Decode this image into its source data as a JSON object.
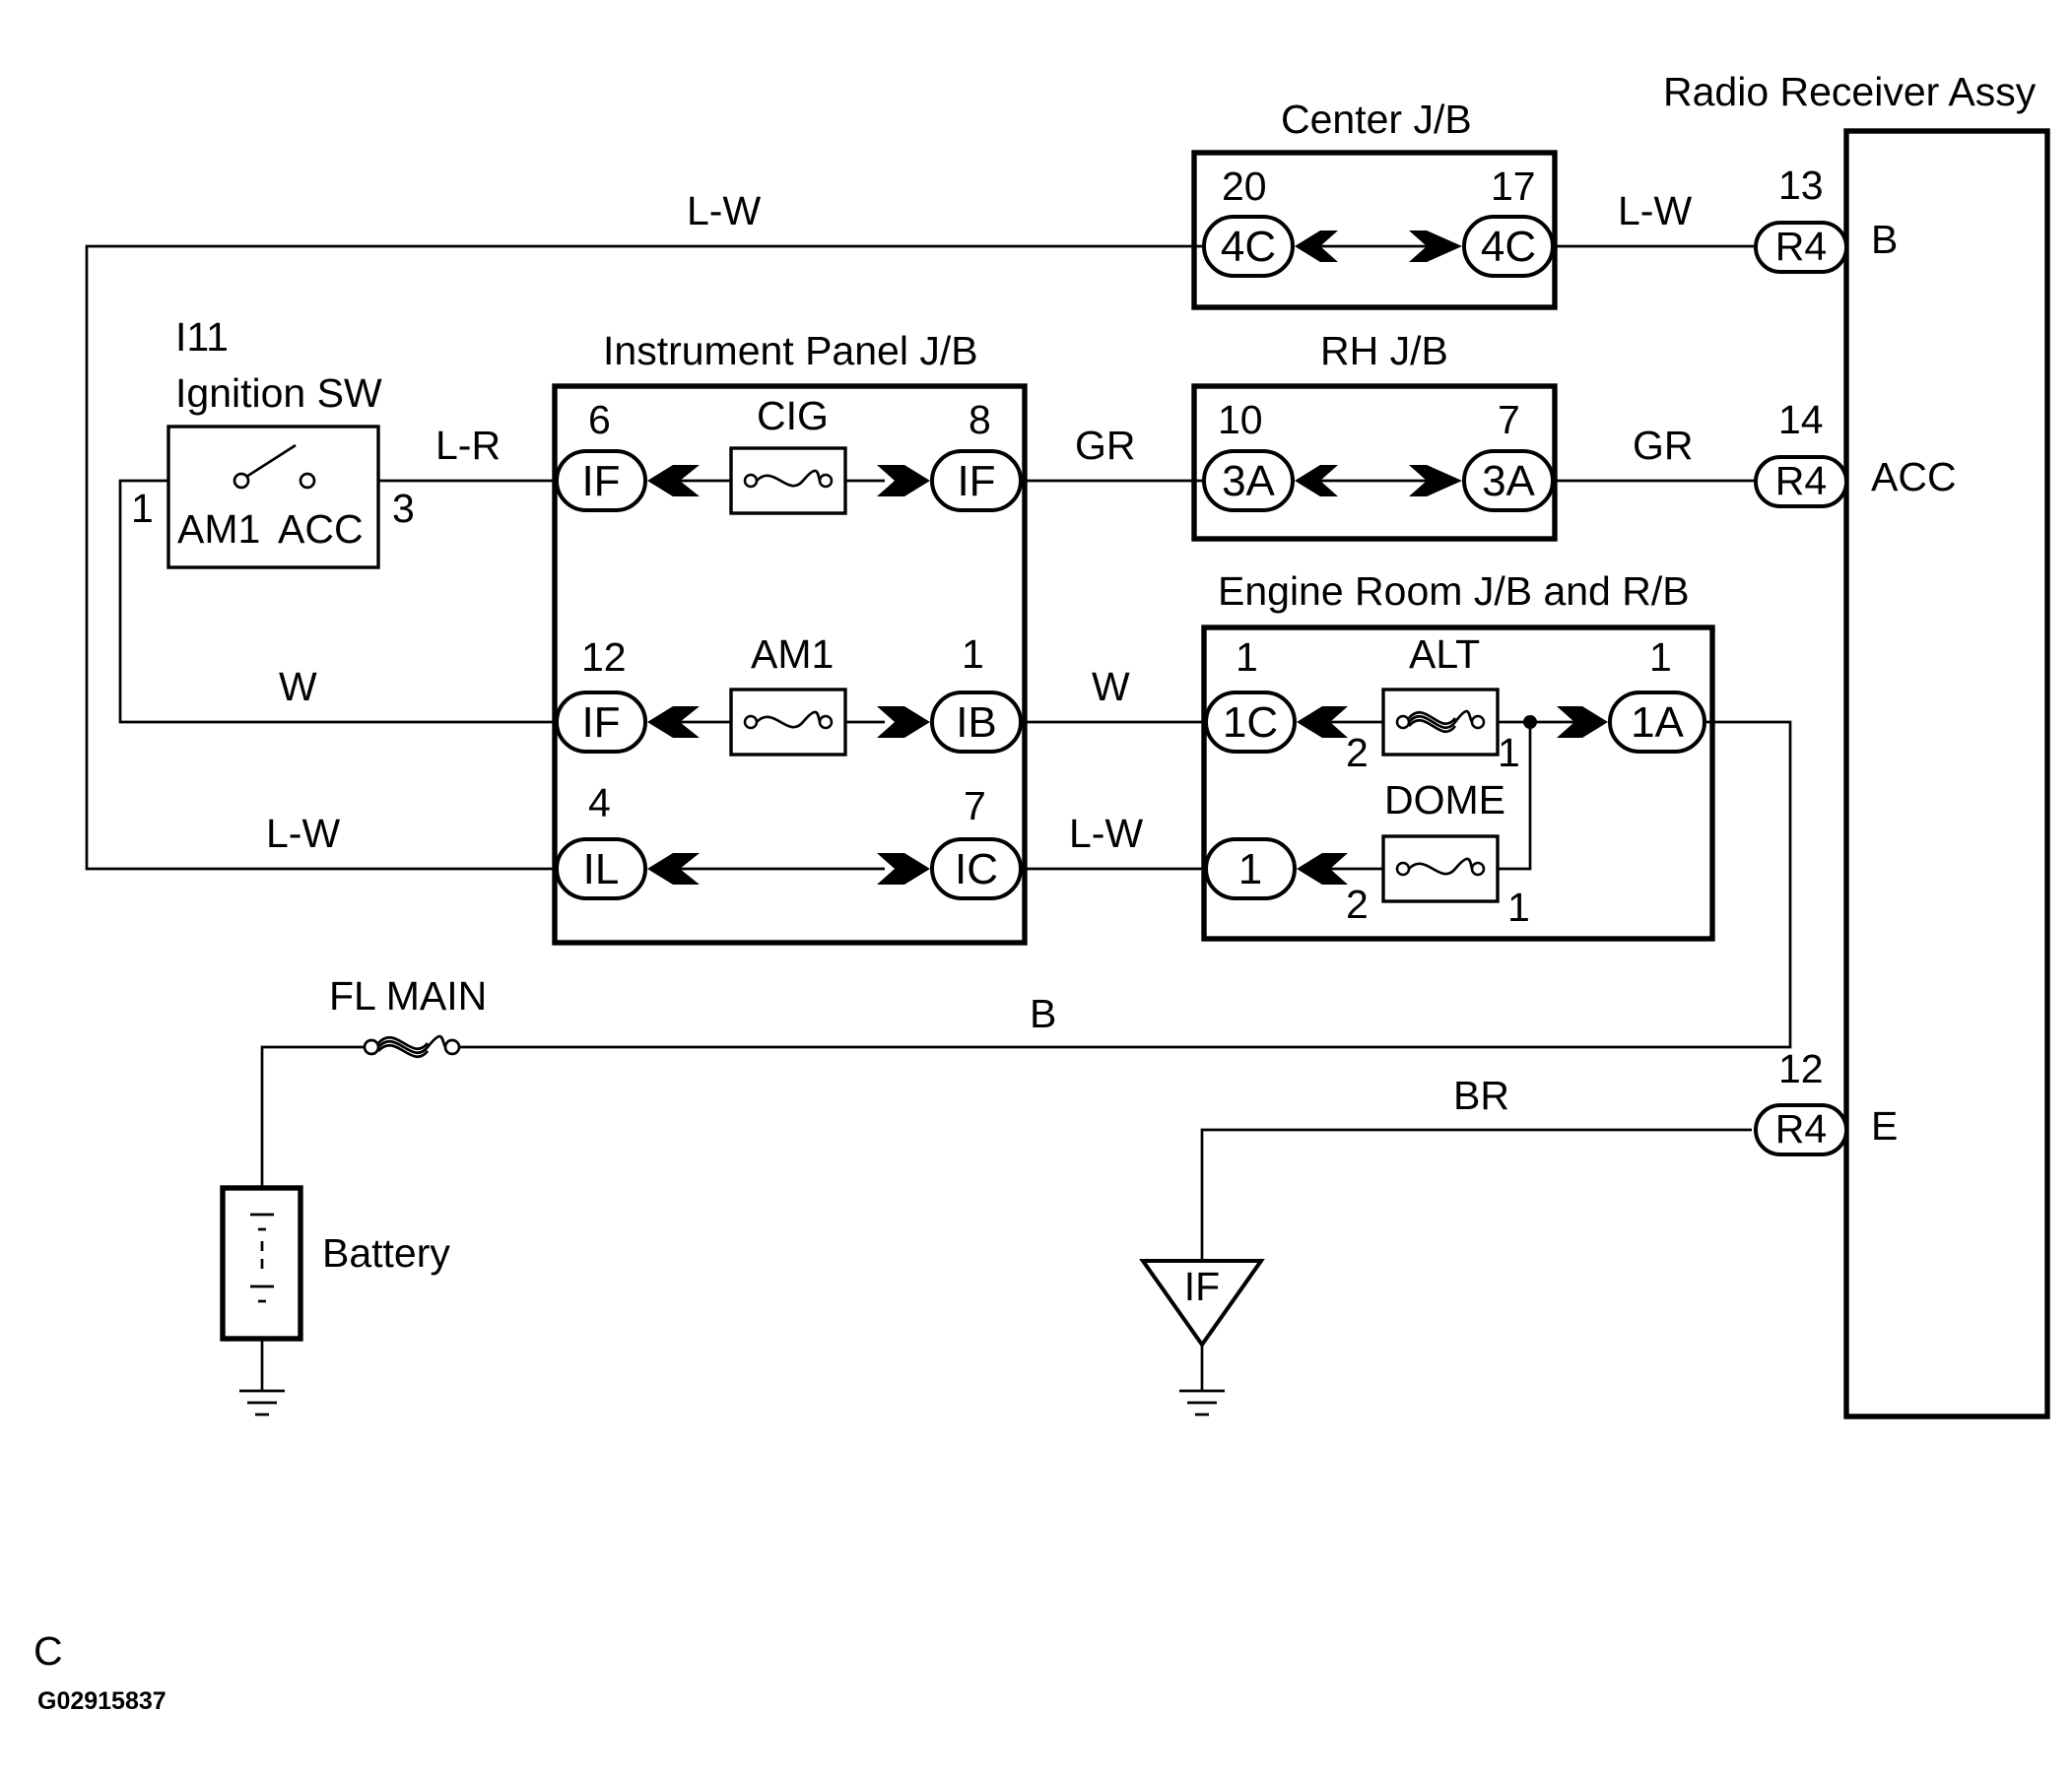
{
  "components": {
    "radio": {
      "title": "Radio Receiver Assy",
      "pins": {
        "b": "B",
        "acc": "ACC",
        "e": "E"
      }
    },
    "center_jb": {
      "title": "Center J/B",
      "pin_left_num": "20",
      "pin_right_num": "17",
      "connector_left": "4C",
      "connector_right": "4C"
    },
    "rh_jb": {
      "title": "RH J/B",
      "pin_left_num": "10",
      "pin_right_num": "7",
      "connector_left": "3A",
      "connector_right": "3A"
    },
    "ignition": {
      "id": "I11",
      "title": "Ignition SW",
      "pin1": "1",
      "pin3": "3",
      "label_am1": "AM1",
      "label_acc": "ACC"
    },
    "ip_jb": {
      "title": "Instrument Panel J/B",
      "row1": {
        "left_num": "6",
        "left": "IF",
        "fuse": "CIG",
        "right_num": "8",
        "right": "IF"
      },
      "row2": {
        "left_num": "12",
        "left": "IF",
        "fuse": "AM1",
        "right_num": "1",
        "right": "IB"
      },
      "row3": {
        "left_num": "4",
        "left": "IL",
        "right_num": "7",
        "right": "IC"
      }
    },
    "er_jb": {
      "title": "Engine Room J/B and R/B",
      "row1": {
        "left_num": "1",
        "left": "1C",
        "fuse": "ALT",
        "right_num": "1",
        "right": "1A",
        "fuse_pin_left": "2",
        "fuse_pin_right": "1"
      },
      "row2": {
        "left": "1",
        "fuse": "DOME",
        "fuse_pin_left": "2",
        "fuse_pin_right": "1"
      }
    },
    "radio_connectors": [
      {
        "num": "13",
        "label": "R4"
      },
      {
        "num": "14",
        "label": "R4"
      },
      {
        "num": "12",
        "label": "R4"
      }
    ],
    "fl_main": "FL MAIN",
    "battery": "Battery",
    "ground_connector": "IF"
  },
  "wires": {
    "top_left": "L-W",
    "center_to_radio": "L-W",
    "ign_to_ip": "L-R",
    "ip_to_rh": "GR",
    "rh_to_radio": "GR",
    "w_left": "W",
    "w_mid": "W",
    "lw_left": "L-W",
    "lw_mid": "L-W",
    "battery_line": "B",
    "ground_line": "BR"
  },
  "footer": {
    "code": "C",
    "figure_id": "G02915837"
  }
}
